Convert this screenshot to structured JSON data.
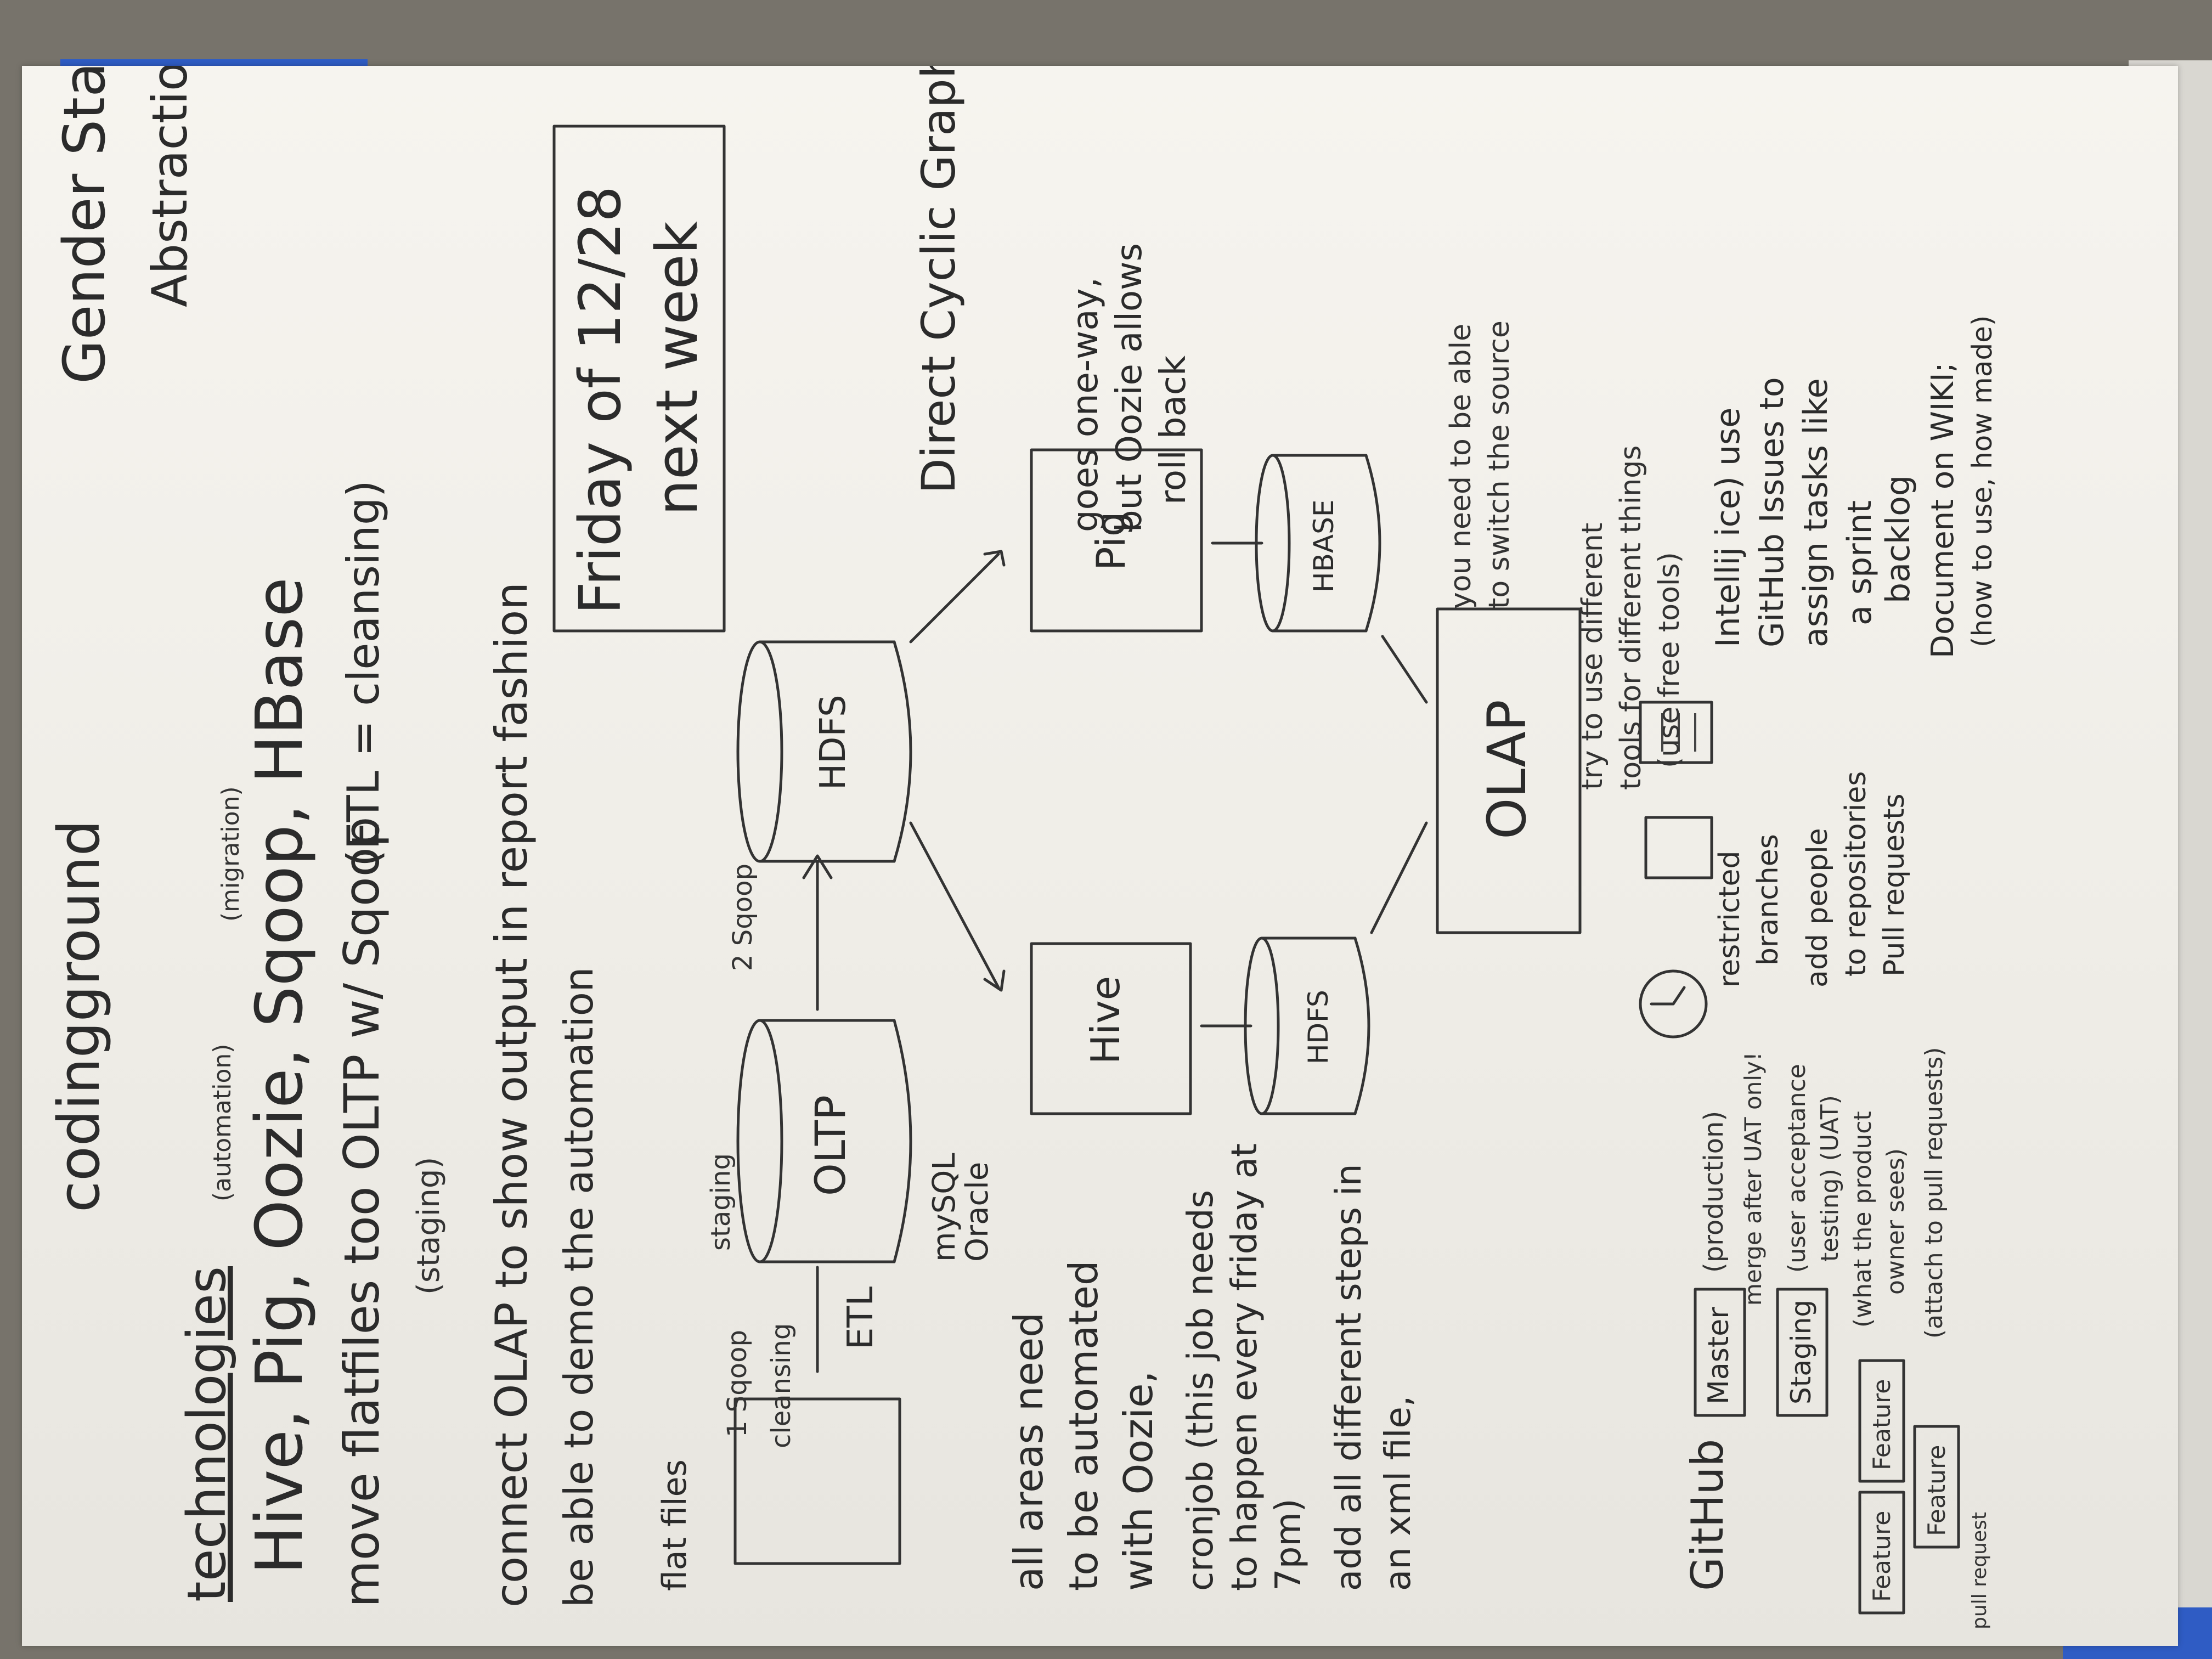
{
  "notes": {
    "header": {
      "title": "Gender Statistics Analysis",
      "subtitle": "Abstraction of Automation",
      "codinggrounds": "codingground"
    },
    "technologies": {
      "heading": "technologies",
      "list": "Hive, Pig, Oozie, Sqoop, HBase",
      "annotation_automation": "(automation)",
      "annotation_migration": "(migration)",
      "move_line": "move flatfiles too OLTP w/ Sqoop",
      "etl_note": "(ETL = cleansing)",
      "staging_note": "(staging)"
    },
    "bullets": {
      "connect": "connect OLAP to show output in report fashion",
      "demo": "be able to demo the automation"
    },
    "deadline": {
      "line1": "Friday of 12/28",
      "line2": "next week"
    },
    "dag": {
      "title": "Direct Cyclic Graph",
      "note1": "goes one-way,",
      "note2": "but Oozie allows",
      "note3": "roll back"
    },
    "diagram": {
      "flat_files": "flat files",
      "step1": "1 Sqoop",
      "cleansing": "cleansing",
      "etl": "ETL",
      "staging": "staging",
      "step2": "2 Sqoop",
      "oltp": "OLTP",
      "mysql": "mySQL",
      "oracle": "Oracle",
      "hdfs_top": "HDFS",
      "hive": "Hive",
      "hdfs_bottom": "HDFS",
      "pig": "Pig",
      "hbase": "HBASE",
      "olap": "OLAP",
      "switch_source1": "you need to be able",
      "switch_source2": "to switch the source",
      "tools1": "try to use different",
      "tools2": "tools for different things",
      "tools3": "(use free tools)"
    },
    "automation": {
      "line1": "all areas need",
      "line2": "to be automated",
      "line3": "with Oozie,",
      "line4": "cronjob (this job needs",
      "line5": "to happen every friday at",
      "line6": "7pm)",
      "line7": "add all different steps in",
      "line8": "an xml file,"
    },
    "github": {
      "heading": "GitHub",
      "master": "Master",
      "staging": "Staging",
      "feature": "Feature",
      "pull_request": "pull request",
      "production": "(production)",
      "merge_after_uat": "merge after UAT only!",
      "uat1": "(user acceptance",
      "uat2": "testing) (UAT)",
      "owner1": "(what the product",
      "owner2": "owner sees)",
      "attach": "(attach to pull requests)",
      "restricted1": "restricted",
      "restricted2": "branches",
      "add_people1": "add people",
      "add_people2": "to repositories",
      "pull_requests": "Pull requests"
    },
    "intellij": {
      "line1": "Intellij ice) use",
      "line2": "GitHub Issues to",
      "line3": "assign tasks like",
      "line4": "a sprint",
      "line5": "backlog",
      "line6": "Document on WIKI;",
      "line7": "(how to use, how made)"
    }
  }
}
